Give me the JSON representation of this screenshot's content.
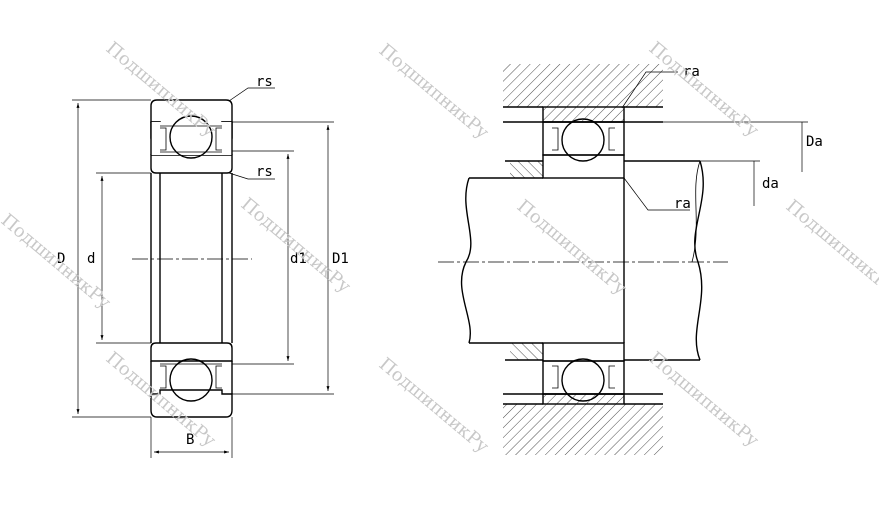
{
  "labels": {
    "rs_top": "rs",
    "rs_bottom": "rs",
    "D": "D",
    "d": "d",
    "d1": "d1",
    "D1": "D1",
    "B": "B",
    "ra_top": "ra",
    "ra_mid": "ra",
    "Da": "Da",
    "da": "da"
  },
  "watermark": "ПодшипникРу",
  "colors": {
    "line": "#000000",
    "watermark": "#c8c8c8",
    "background": "#ffffff"
  }
}
